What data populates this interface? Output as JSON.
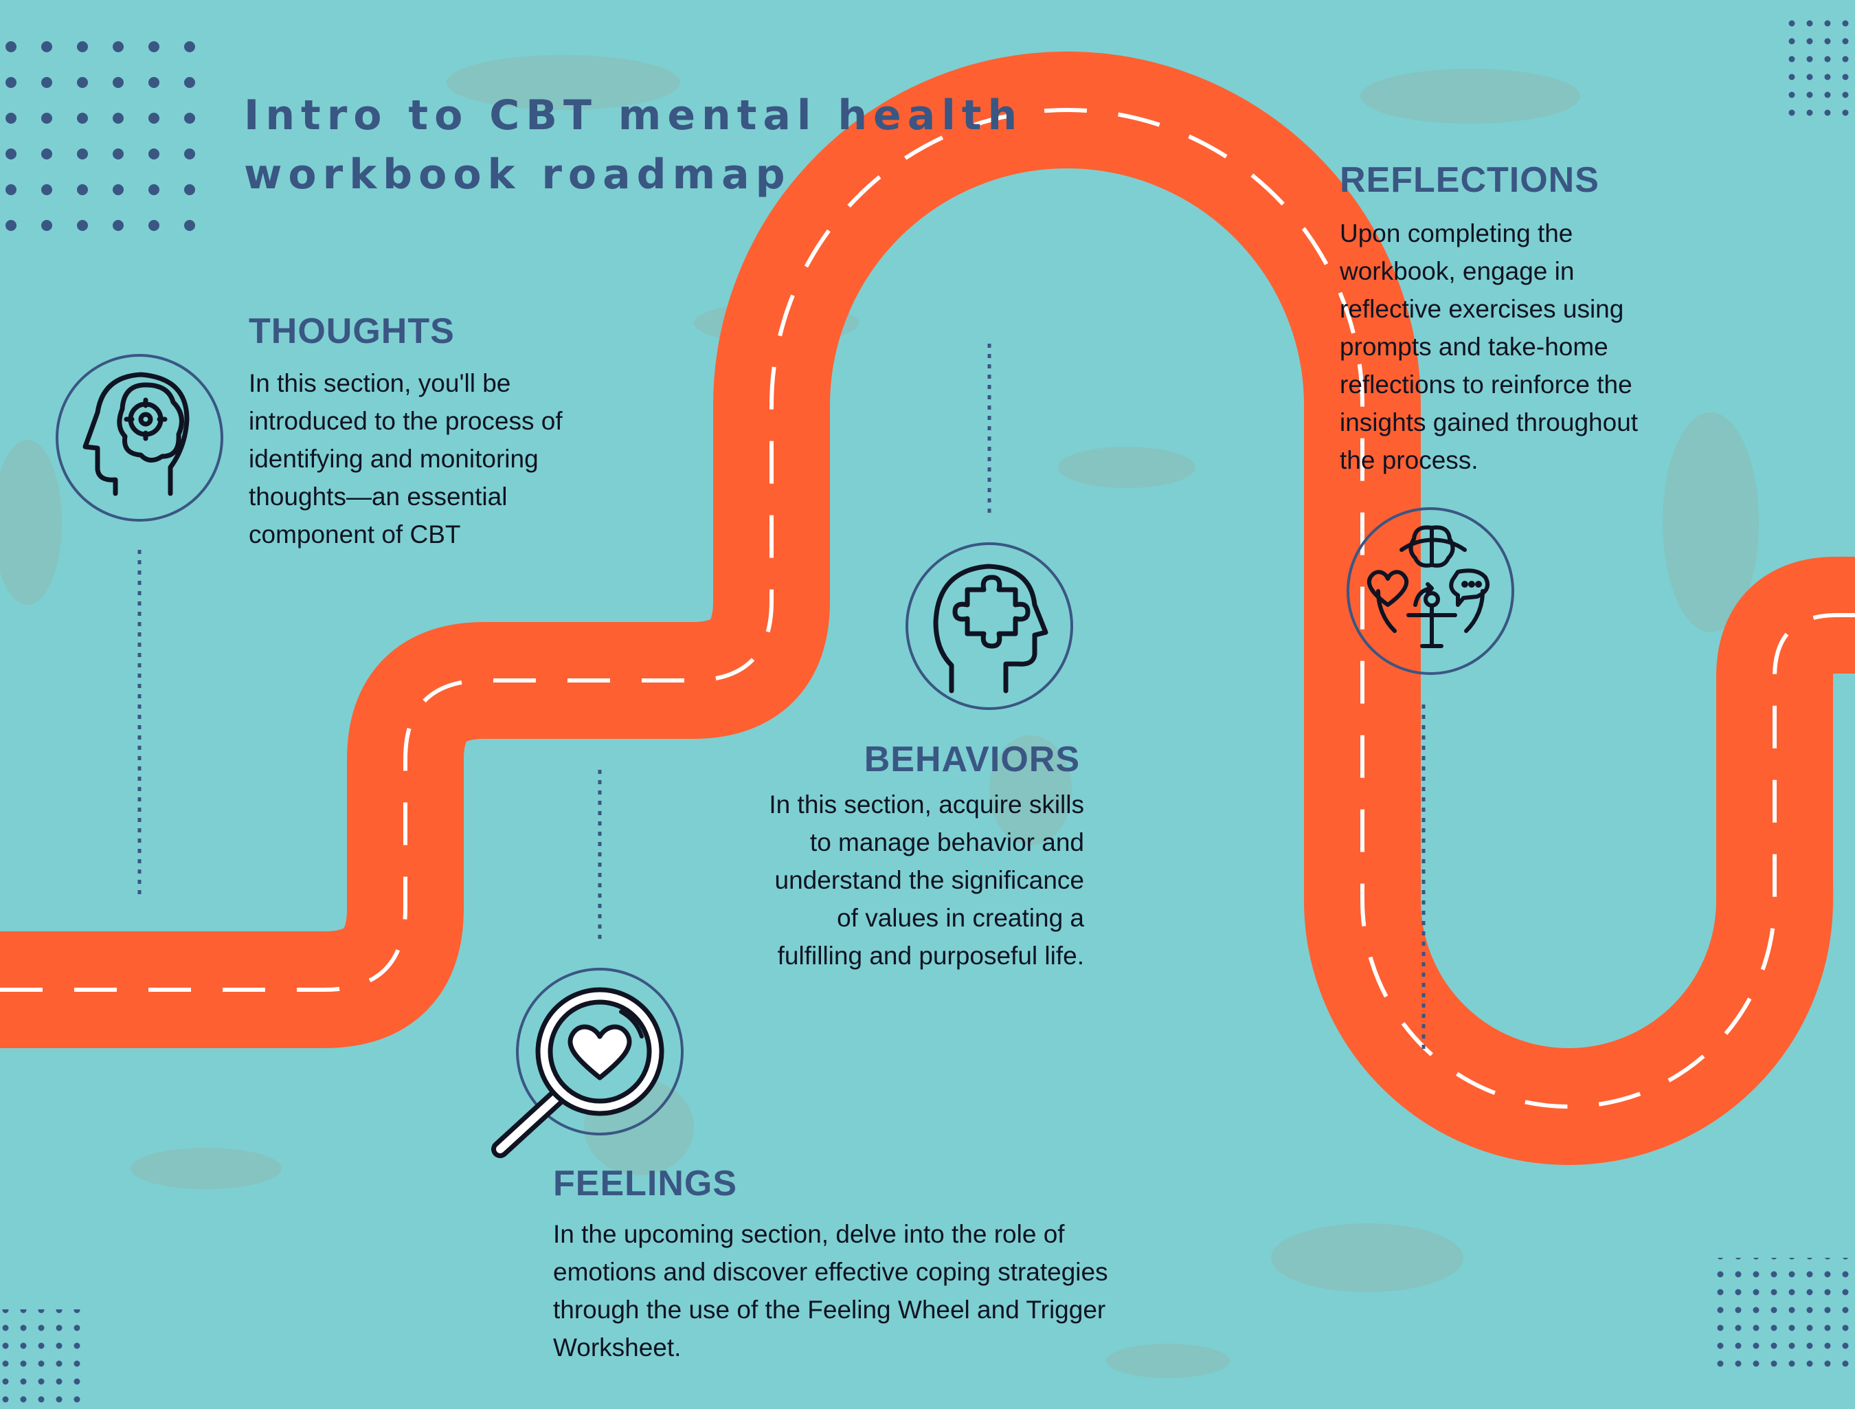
{
  "title": {
    "lines": [
      "Intro to CBT mental health",
      "workbook roadmap"
    ]
  },
  "colors": {
    "background": "#7ecfd1",
    "road": "#fe6032",
    "road_markings": "#ffffff",
    "heading_text": "#3a5683",
    "body_text": "#0f1322",
    "dots": "#3a5683",
    "icon_stroke": "#0f1322"
  },
  "stages": [
    {
      "id": "thoughts",
      "heading": "THOUGHTS",
      "icon": "head-with-brain-gear-icon",
      "description_lines": [
        "In this section, you'll be",
        "introduced to the process of",
        "identifying and monitoring",
        "thoughts—an essential",
        "component of CBT"
      ]
    },
    {
      "id": "feelings",
      "heading": "FEELINGS",
      "icon": "magnifier-heart-icon",
      "description_lines": [
        "In the upcoming section, delve into the role of",
        "emotions and discover effective coping strategies",
        "through the use of the Feeling Wheel and Trigger",
        "Worksheet."
      ]
    },
    {
      "id": "behaviors",
      "heading": "BEHAVIORS",
      "icon": "head-with-puzzle-piece-icon",
      "description_lines": [
        "In this section, acquire skills",
        "to manage behavior and",
        "understand the significance",
        "of values in creating a",
        "fulfilling and purposeful life."
      ]
    },
    {
      "id": "reflections",
      "heading": "REFLECTIONS",
      "icon": "brain-heart-chat-person-icon",
      "description_lines": [
        "Upon completing the",
        "workbook, engage in",
        "reflective exercises using",
        "prompts and take-home",
        "reflections to reinforce the",
        "insights gained throughout",
        "the process."
      ]
    }
  ]
}
